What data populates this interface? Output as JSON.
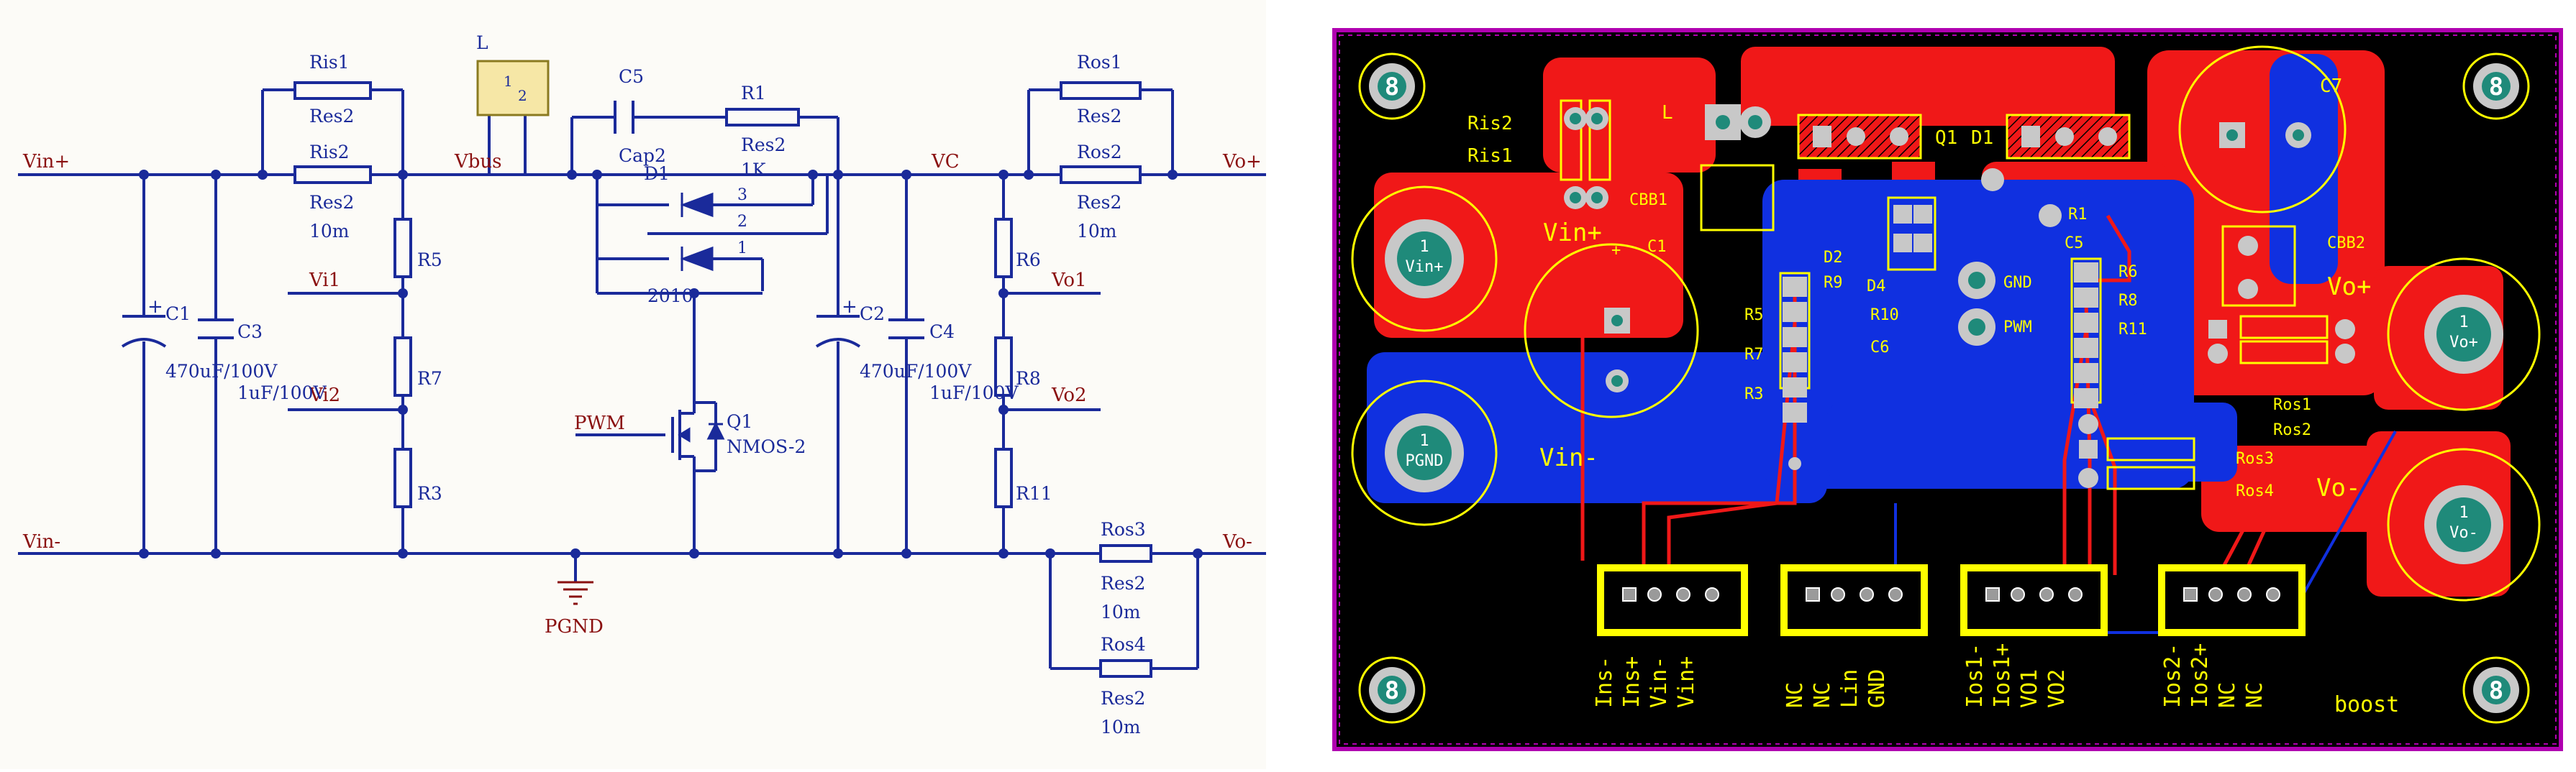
{
  "colors": {
    "wire": "#1a2a9a",
    "net_label": "#8a1010",
    "text": "#1a2a9a",
    "sch_bg": "#fcfbf7",
    "pcb_bg": "#000000",
    "pcb_outline": "#b000b0",
    "copper_top": "#f01818",
    "copper_bottom": "#1030e0",
    "silk": "#ffff00",
    "header": "#ffff00"
  },
  "schematic": {
    "nets": {
      "vin_plus": "Vin+",
      "vin_minus": "Vin-",
      "vbus": "Vbus",
      "vc": "VC",
      "vo_plus": "Vo+",
      "vo_minus": "Vo-",
      "vi1": "Vi1",
      "vi2": "Vi2",
      "vo1": "Vo1",
      "vo2": "Vo2",
      "pwm": "PWM",
      "pgnd": "PGND"
    },
    "parts": {
      "ris1": "Ris1",
      "ris1_val": "Res2",
      "ris2": "Ris2",
      "ris2_val": "Res2",
      "ris2_val2": "10m",
      "l": "L",
      "l_pin1": "1",
      "l_pin2": "2",
      "c5": "C5",
      "c5_val": "Cap2",
      "r1": "R1",
      "r1_val": "Res2",
      "r1_val2": "1K",
      "d1": "D1",
      "d1_pin3": "3",
      "d1_pin2": "2",
      "d1_pin1": "1",
      "d1_val": "2010",
      "c1": "C1",
      "c1_val": "470uF/100V",
      "c3": "C3",
      "c3_val": "1uF/100V",
      "r5": "R5",
      "r7": "R7",
      "r3": "R3",
      "q1": "Q1",
      "q1_val": "NMOS-2",
      "c2": "C2",
      "c2_val": "470uF/100V",
      "c4": "C4",
      "c4_val": "1uF/100V",
      "r6": "R6",
      "r8": "R8",
      "r11": "R11",
      "ros1": "Ros1",
      "ros1_val": "Res2",
      "ros2": "Ros2",
      "ros2_val": "Res2",
      "ros2_val2": "10m",
      "ros3": "Ros3",
      "ros3_val": "Res2",
      "ros3_val2": "10m",
      "ros4": "Ros4",
      "ros4_val": "Res2",
      "ros4_val2": "10m"
    },
    "polarity": "+"
  },
  "pcb": {
    "hole_label": "8",
    "pad_num": "1",
    "terminals": {
      "vin_plus": "Vin+",
      "pgnd": "PGND",
      "vo_plus": "Vo+",
      "vo_minus": "Vo-"
    },
    "silk": {
      "ris2": "Ris2",
      "ris1": "Ris1",
      "l": "L",
      "q1": "Q1",
      "d1": "D1",
      "c7": "C7",
      "cbb1": "CBB1",
      "vin_plus": "Vin+",
      "c1": "C1",
      "d2": "D2",
      "r9": "R9",
      "r1": "R1",
      "c5": "C5",
      "r6": "R6",
      "r8": "R8",
      "r11": "R11",
      "gnd": "GND",
      "pwm": "PWM",
      "d4": "D4",
      "r10": "R10",
      "c6": "C6",
      "r5": "R5",
      "r7": "R7",
      "r3": "R3",
      "cbb2": "CBB2",
      "vo_plus": "Vo+",
      "vin_minus": "Vin-",
      "ros1": "Ros1",
      "ros2": "Ros2",
      "ros3": "Ros3",
      "ros4": "Ros4",
      "vo_minus": "Vo-",
      "plus": "+",
      "boost": "boost"
    },
    "headers": [
      {
        "pins": [
          "Ins-",
          "Ins+",
          "Vin-",
          "Vin+"
        ]
      },
      {
        "pins": [
          "NC",
          "NC",
          "Lin",
          "GND"
        ]
      },
      {
        "pins": [
          "Ios1-",
          "Ios1+",
          "VO1",
          "VO2"
        ]
      },
      {
        "pins": [
          "Ios2-",
          "Ios2+",
          "NC",
          "NC"
        ]
      }
    ]
  }
}
